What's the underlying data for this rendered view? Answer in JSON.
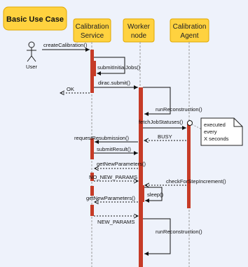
{
  "title": "Basic Use Case",
  "actor": {
    "label": "User"
  },
  "lifelines": {
    "calibration_service": {
      "line1": "Calibration",
      "line2": "Service"
    },
    "worker_node": {
      "line1": "Worker",
      "line2": "node"
    },
    "calibration_agent": {
      "line1": "Calibration",
      "line2": "Agent"
    }
  },
  "messages": {
    "create_calibration": "createCalibration()",
    "submit_initial_jobs": "submitInitialJobs()",
    "dirac_submit": "dirac.submit()",
    "ok": "OK",
    "run_reconstruction_1": "runReconstruction()",
    "fetch_job_statuses": "fetchJobStatuses()",
    "busy": "BUSY",
    "request_resubmission": "requestResubmission()",
    "submit_result": "submitResult()",
    "get_new_parameters_1": "getNewParameters()",
    "no_new_params": "NO_NEW_PARAMS",
    "check_for_step_increment": "checkForStepIncrement()",
    "sleep": "sleep()",
    "get_new_parameters_2": "getNewParameters()",
    "new_params": "NEW_PARAMS",
    "run_reconstruction_2": "runReconstruction()"
  },
  "note": {
    "line1": "executed",
    "line2": "every",
    "line3": "X seconds"
  },
  "colors": {
    "background": "#eef2fb",
    "header_fill": "#ffd23f",
    "header_border": "#e0a800",
    "activation": "#c63b27",
    "lifeline": "#9a9a9a"
  }
}
